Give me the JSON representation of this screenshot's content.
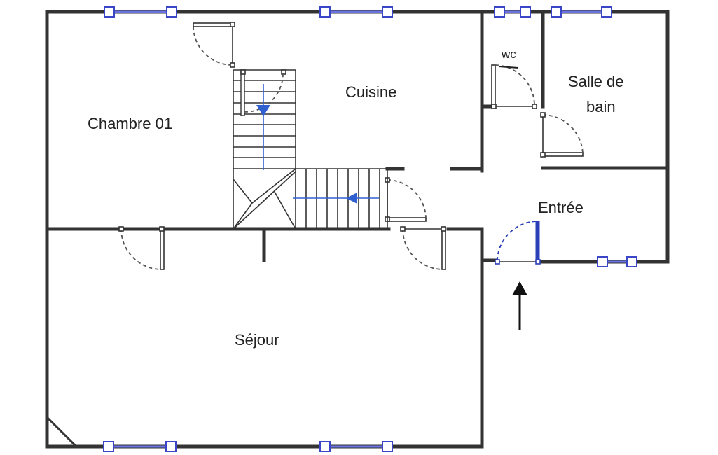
{
  "rooms": {
    "chambre": "Chambre 01",
    "cuisine": "Cuisine",
    "wc": "wc",
    "salle_de_bain_line1": "Salle de",
    "salle_de_bain_line2": "bain",
    "entree": "Entrée",
    "sejour": "Séjour"
  },
  "colors": {
    "wall": "#333333",
    "window": "#3a45c8",
    "stair_arrow": "#3060d0",
    "background": "#ffffff"
  }
}
